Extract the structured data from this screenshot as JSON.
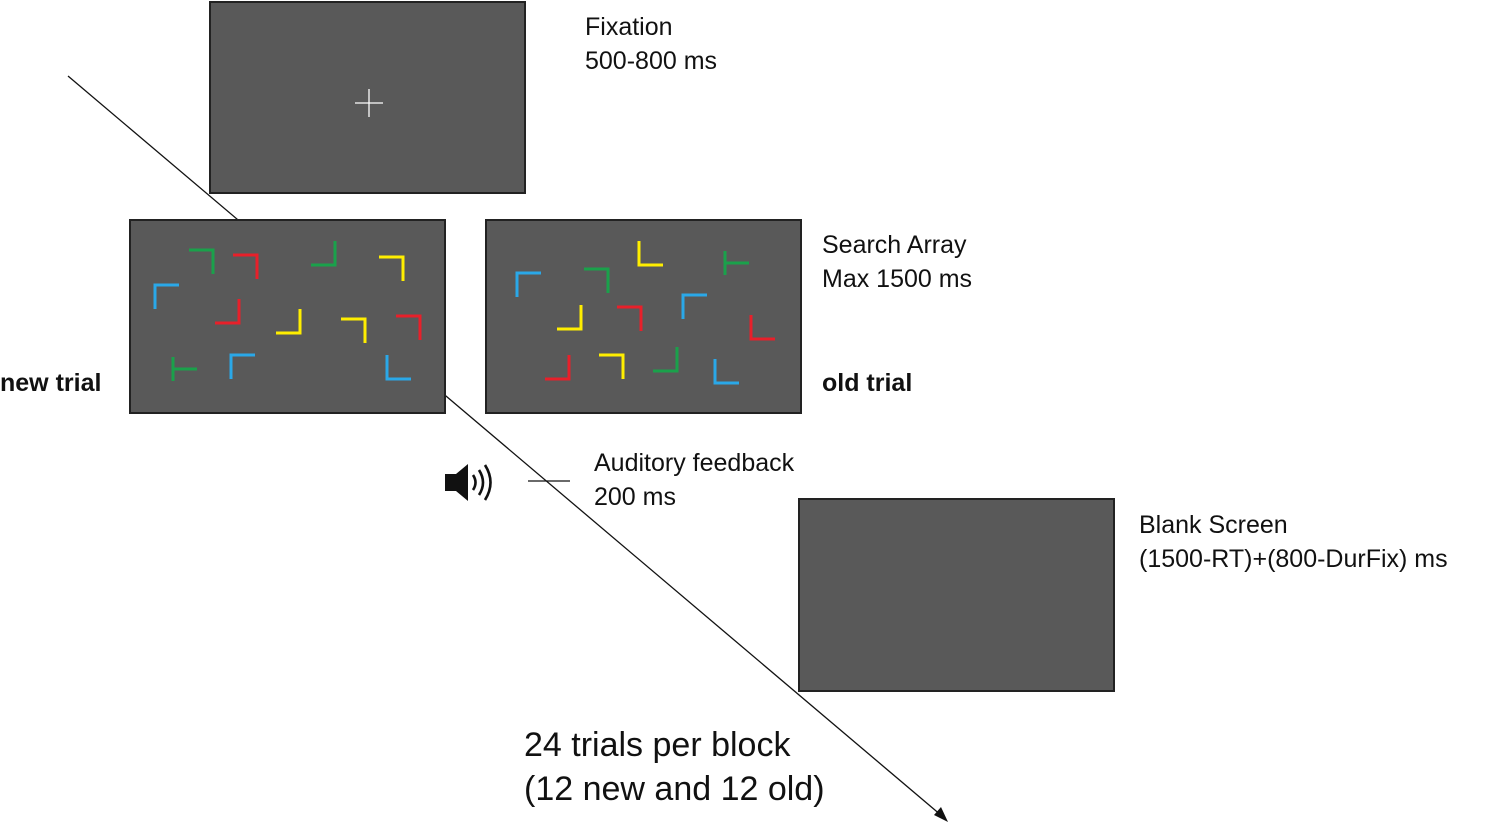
{
  "fixation": {
    "title": "Fixation",
    "duration": "500-800 ms"
  },
  "search": {
    "title": "Search Array",
    "duration": "Max 1500 ms"
  },
  "feedback": {
    "title": "Auditory feedback",
    "duration": "200 ms"
  },
  "blank": {
    "title": "Blank Screen",
    "duration": "(1500-RT)+(800-DurFix) ms"
  },
  "trial_labels": {
    "new": "new trial",
    "old": "old trial"
  },
  "block": {
    "line1": "24 trials per block",
    "line2": "(12 new and 12 old)"
  },
  "colors": {
    "screen": "#595959",
    "green": "#1aa14b",
    "red": "#e8202a",
    "yellow": "#ffee00",
    "blue": "#2aa8e8"
  },
  "icons": {
    "speaker": "speaker-icon",
    "fixation": "fixation-cross-icon"
  }
}
